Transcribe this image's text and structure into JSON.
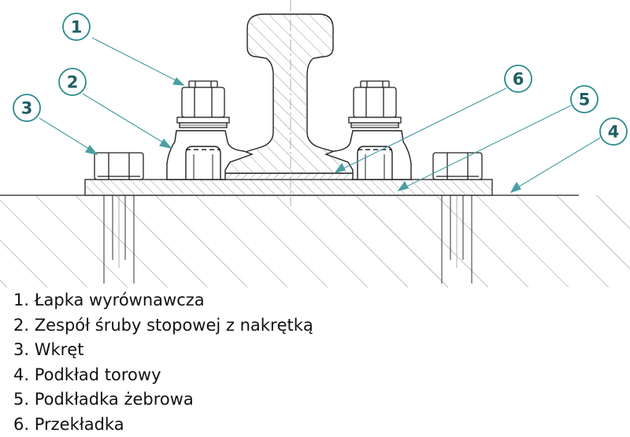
{
  "callouts": [
    {
      "number": "1"
    },
    {
      "number": "2"
    },
    {
      "number": "3"
    },
    {
      "number": "4"
    },
    {
      "number": "5"
    },
    {
      "number": "6"
    }
  ],
  "legend": [
    "1. Łapka wyrównawcza",
    "2. Zespół śruby stopowej z nakrętką",
    "3. Wkręt",
    "4. Podkład torowy",
    "5. Podkładka żebrowa",
    "6. Przekładka"
  ],
  "colors": {
    "callout_stroke": "#2a8a8e",
    "callout_text": "#1f5f63",
    "leader": "#4a9fa3",
    "line": "#222222",
    "hatch": "#8a8a8a"
  }
}
